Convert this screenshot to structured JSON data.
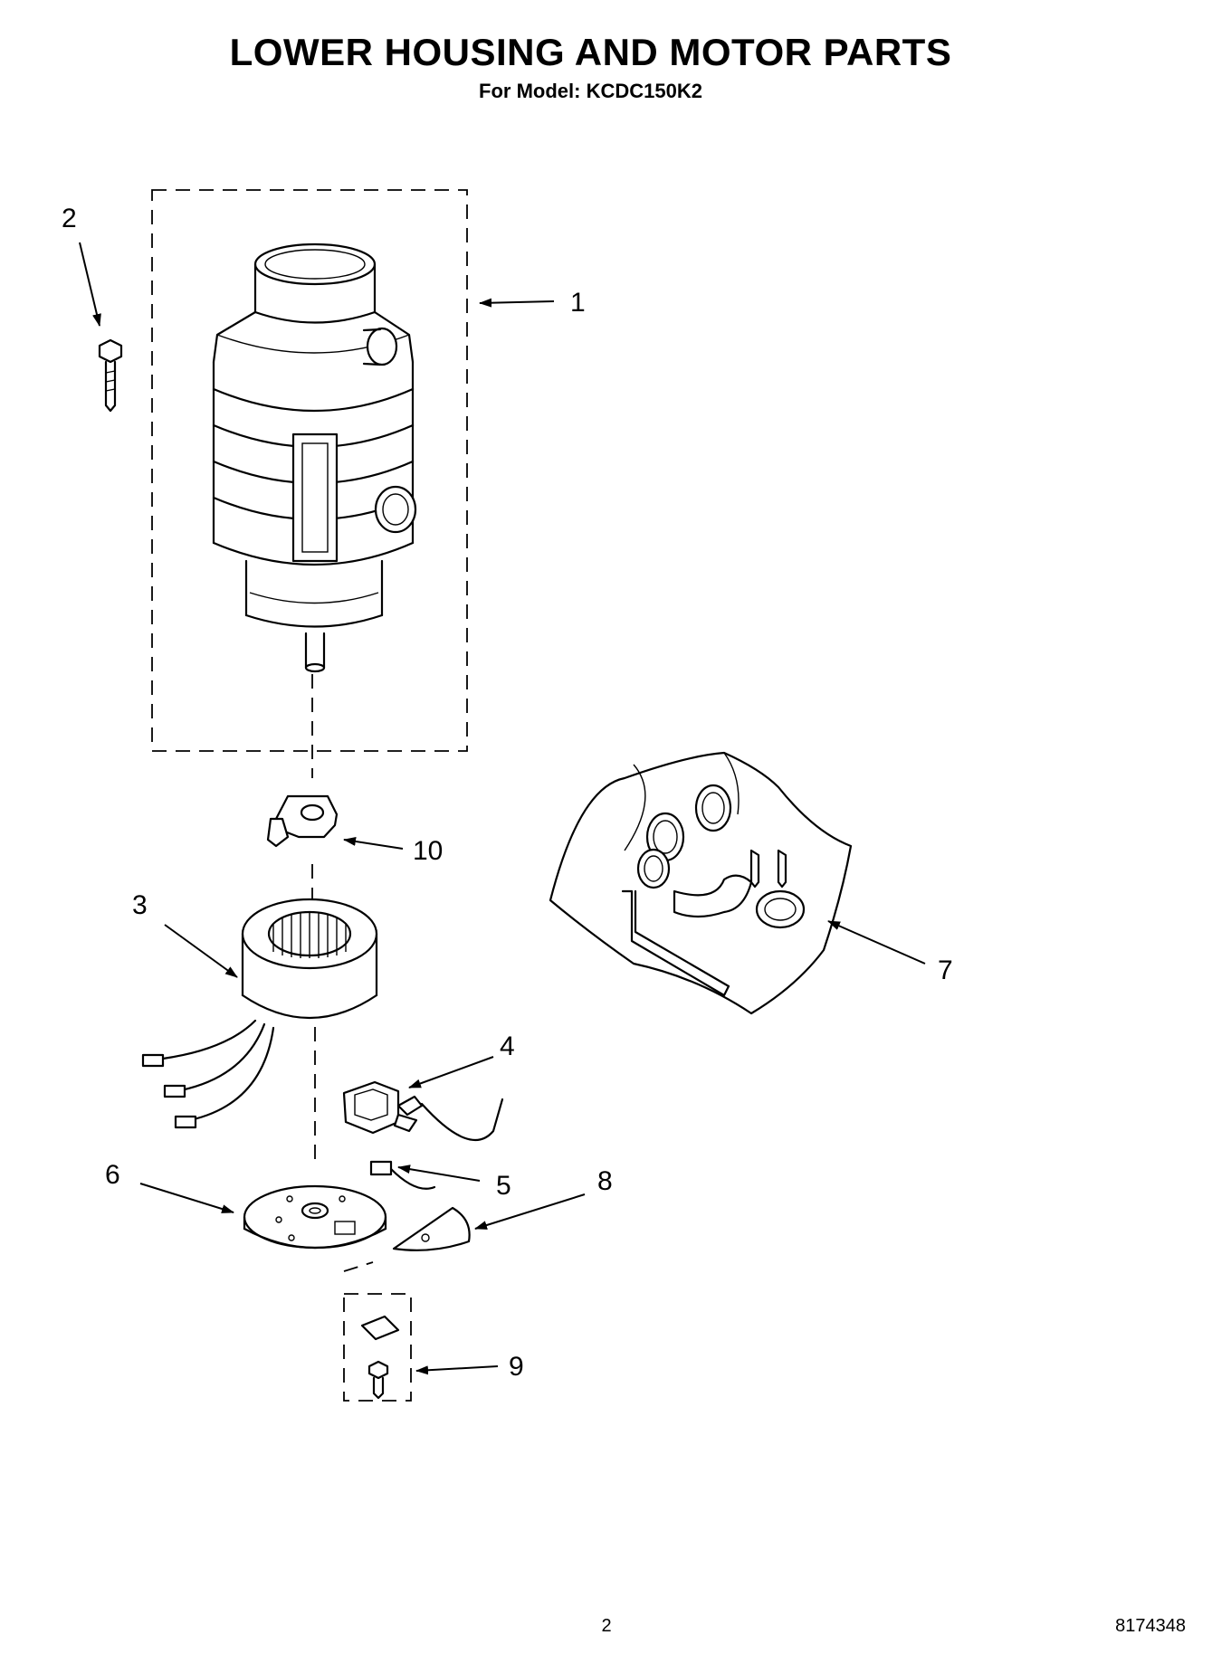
{
  "header": {
    "title": "LOWER HOUSING AND MOTOR PARTS",
    "subtitle": "For Model: KCDC150K2"
  },
  "callouts": {
    "c1": "1",
    "c2": "2",
    "c3": "3",
    "c4": "4",
    "c5": "5",
    "c6": "6",
    "c7": "7",
    "c8": "8",
    "c9": "9",
    "c10": "10"
  },
  "footer": {
    "page_number": "2",
    "document_number": "8174348"
  }
}
